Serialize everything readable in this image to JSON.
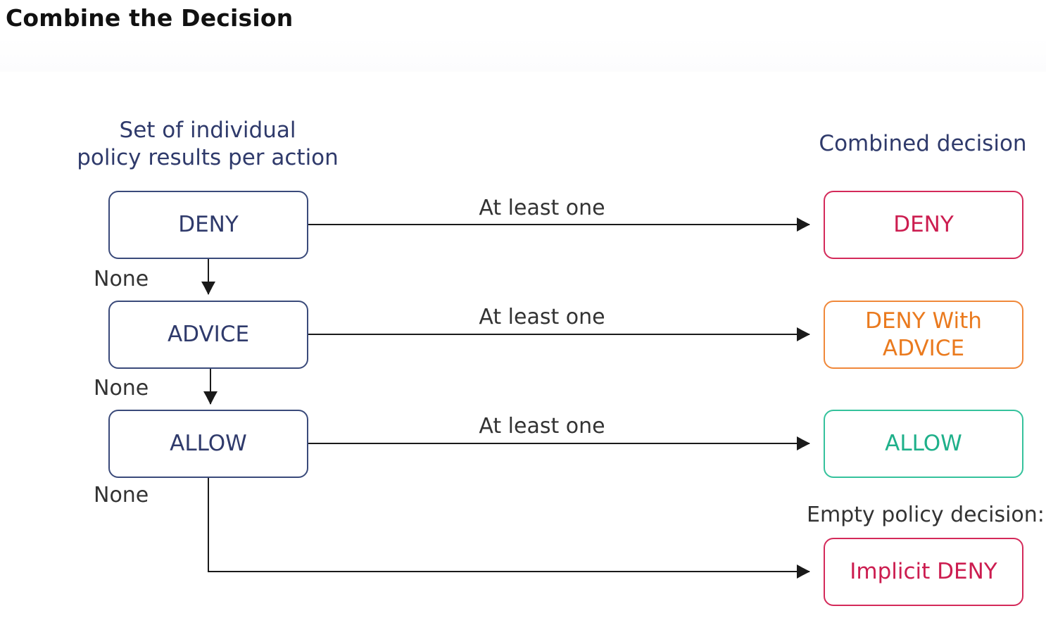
{
  "title": "Combine the Decision",
  "left_heading": [
    "Set of individual",
    "policy results per action"
  ],
  "right_heading": "Combined decision",
  "left_nodes": [
    "DENY",
    "ADVICE",
    "ALLOW"
  ],
  "right_nodes": {
    "deny": "DENY",
    "deny_with_advice": [
      "DENY With",
      "ADVICE"
    ],
    "allow": "ALLOW",
    "implicit_deny": "Implicit DENY"
  },
  "edge_labels": [
    "At least one",
    "At least one",
    "At least one"
  ],
  "none_labels": [
    "None",
    "None",
    "None"
  ],
  "empty_policy_label": "Empty policy decision:",
  "colors": {
    "navy": "#2f3a6b",
    "deny": "#cc1d50",
    "advice": "#ea7a1e",
    "allow": "#1fb08a",
    "arrow": "#1a1a1a"
  }
}
